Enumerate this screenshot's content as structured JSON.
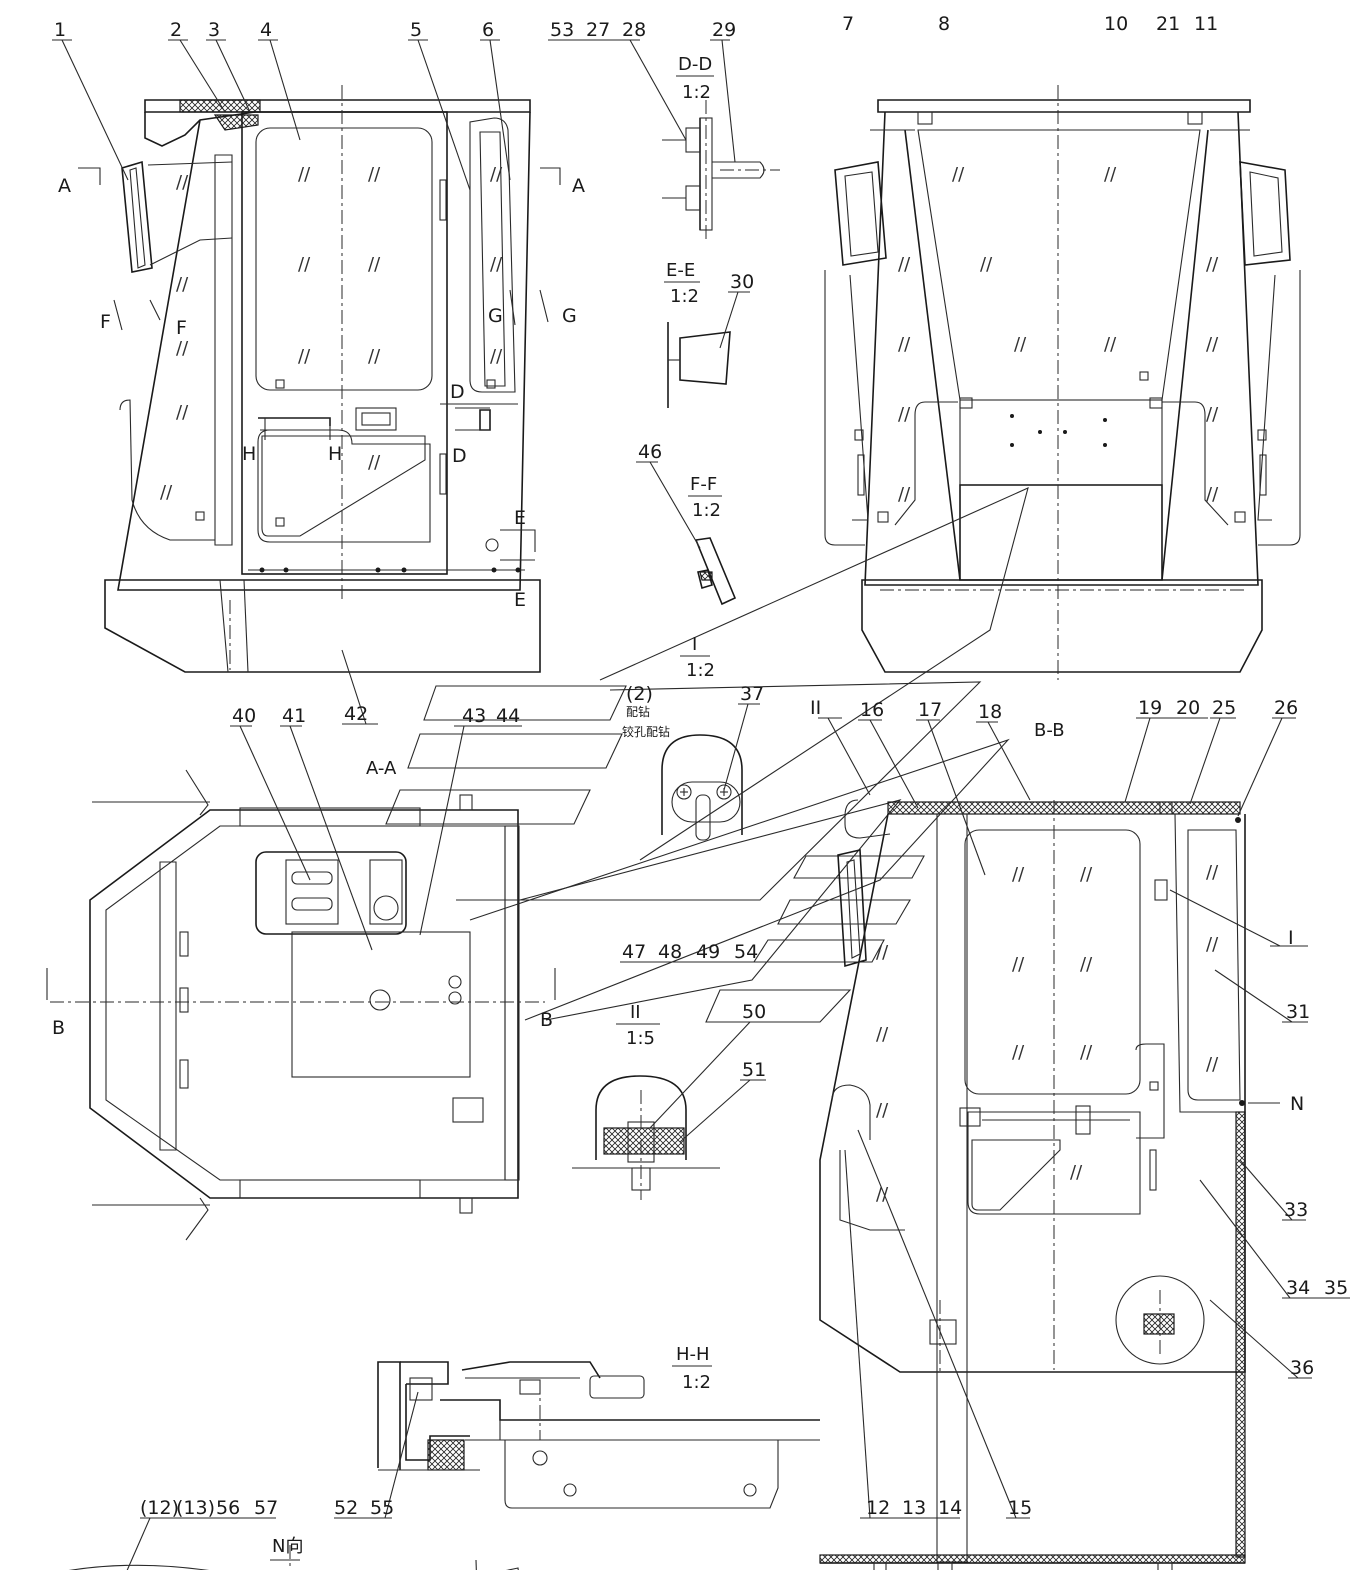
{
  "callouts": [
    {
      "id": "c1",
      "text": "1"
    },
    {
      "id": "c2",
      "text": "2"
    },
    {
      "id": "c3",
      "text": "3"
    },
    {
      "id": "c4",
      "text": "4"
    },
    {
      "id": "c5",
      "text": "5"
    },
    {
      "id": "c6",
      "text": "6"
    },
    {
      "id": "c7",
      "text": "7"
    },
    {
      "id": "c8",
      "text": "8"
    },
    {
      "id": "c10",
      "text": "10"
    },
    {
      "id": "c21",
      "text": "21"
    },
    {
      "id": "c11",
      "text": "11"
    },
    {
      "id": "c53",
      "text": "53"
    },
    {
      "id": "c27",
      "text": "27"
    },
    {
      "id": "c28",
      "text": "28"
    },
    {
      "id": "c29",
      "text": "29"
    },
    {
      "id": "c30",
      "text": "30"
    },
    {
      "id": "c46",
      "text": "46"
    },
    {
      "id": "c42",
      "text": "42"
    },
    {
      "id": "c37",
      "text": "37"
    },
    {
      "id": "c40",
      "text": "40"
    },
    {
      "id": "c41",
      "text": "41"
    },
    {
      "id": "c43",
      "text": "43"
    },
    {
      "id": "c44",
      "text": "44"
    },
    {
      "id": "c16",
      "text": "16"
    },
    {
      "id": "c17",
      "text": "17"
    },
    {
      "id": "c18",
      "text": "18"
    },
    {
      "id": "c19",
      "text": "19"
    },
    {
      "id": "c20",
      "text": "20"
    },
    {
      "id": "c25",
      "text": "25"
    },
    {
      "id": "c26",
      "text": "26"
    },
    {
      "id": "c47",
      "text": "47"
    },
    {
      "id": "c48",
      "text": "48"
    },
    {
      "id": "c49",
      "text": "49"
    },
    {
      "id": "c54",
      "text": "54"
    },
    {
      "id": "c50",
      "text": "50"
    },
    {
      "id": "c51",
      "text": "51"
    },
    {
      "id": "c31",
      "text": "31"
    },
    {
      "id": "c33",
      "text": "33"
    },
    {
      "id": "c34",
      "text": "34"
    },
    {
      "id": "c35",
      "text": "35"
    },
    {
      "id": "c36",
      "text": "36"
    },
    {
      "id": "c12b",
      "text": "(12)"
    },
    {
      "id": "c13b",
      "text": "(13)"
    },
    {
      "id": "c56",
      "text": "56"
    },
    {
      "id": "c57",
      "text": "57"
    },
    {
      "id": "c52",
      "text": "52"
    },
    {
      "id": "c55",
      "text": "55"
    },
    {
      "id": "c12",
      "text": "12"
    },
    {
      "id": "c13",
      "text": "13"
    },
    {
      "id": "c14",
      "text": "14"
    },
    {
      "id": "c15",
      "text": "15"
    },
    {
      "id": "c2b",
      "text": "(2)"
    }
  ],
  "section_marks": {
    "A": "A",
    "D": "D",
    "E": "E",
    "F": "F",
    "G": "G",
    "H": "H",
    "B": "B",
    "I": "I",
    "N": "N",
    "II": "II"
  },
  "views": {
    "dd": {
      "title": "D-D",
      "scale": "1:2"
    },
    "ee": {
      "title": "E-E",
      "scale": "1:2"
    },
    "ff": {
      "title": "F-F",
      "scale": "1:2"
    },
    "detail_i": {
      "title": "I",
      "scale": "1:2",
      "note_line1": "配钻",
      "note_line2": "铰孔配钻"
    },
    "detail_ii": {
      "title": "II",
      "scale": "1:5"
    },
    "aa": {
      "title": "A-A"
    },
    "bb": {
      "title": "B-B"
    },
    "hh": {
      "title": "H-H",
      "scale": "1:2"
    },
    "n_view": {
      "title": "N向"
    }
  },
  "glass_mark": "//"
}
